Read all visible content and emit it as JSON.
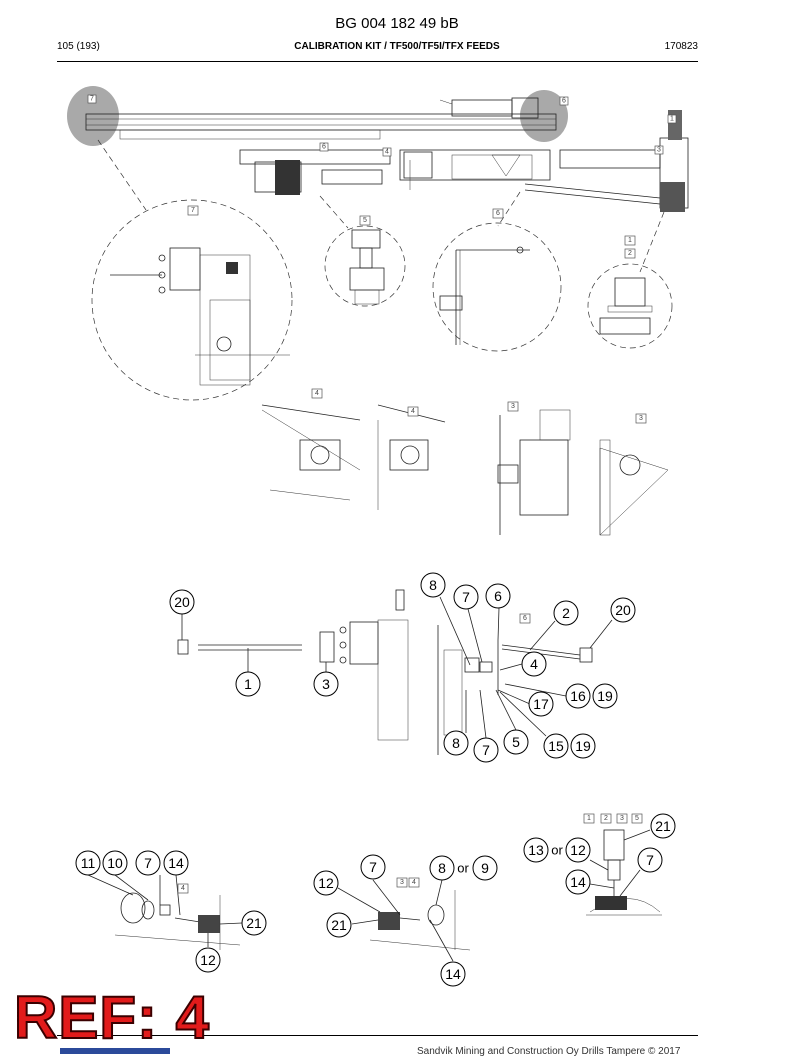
{
  "header": {
    "doc_number": "BG 004 182 49 bB",
    "page": "105 (193)",
    "title": "CALIBRATION KIT / TF500/TF5I/TFX FEEDS",
    "date_code": "170823"
  },
  "detail_tags": {
    "t1": "1",
    "t2": "2",
    "t3": "3",
    "t4": "4",
    "t5": "5",
    "t6": "6",
    "t7": "7"
  },
  "callouts": {
    "c20a": "20",
    "c1": "1",
    "c3": "3",
    "c8a": "8",
    "c7a": "7",
    "c6": "6",
    "c2": "2",
    "c20b": "20",
    "c4": "4",
    "c16": "16",
    "c19a": "19",
    "c17": "17",
    "c8b": "8",
    "c7b": "7",
    "c5": "5",
    "c15": "15",
    "c19b": "19",
    "c11": "11",
    "c10": "10",
    "c7c": "7",
    "c14a": "14",
    "c21a": "21",
    "c12a": "12",
    "c7d": "7",
    "c8c": "8",
    "c9": "9",
    "c12b": "12",
    "c21b": "21",
    "c14b": "14",
    "c21c": "21",
    "c13": "13",
    "c12c": "12",
    "c7e": "7",
    "c14c": "14"
  },
  "conjunctions": {
    "or_a": "or",
    "or_b": "or"
  },
  "stamp": {
    "text": "REF: 4"
  },
  "footer": {
    "copyright": "Sandvik Mining and Construction Oy Drills Tampere © 2017"
  }
}
